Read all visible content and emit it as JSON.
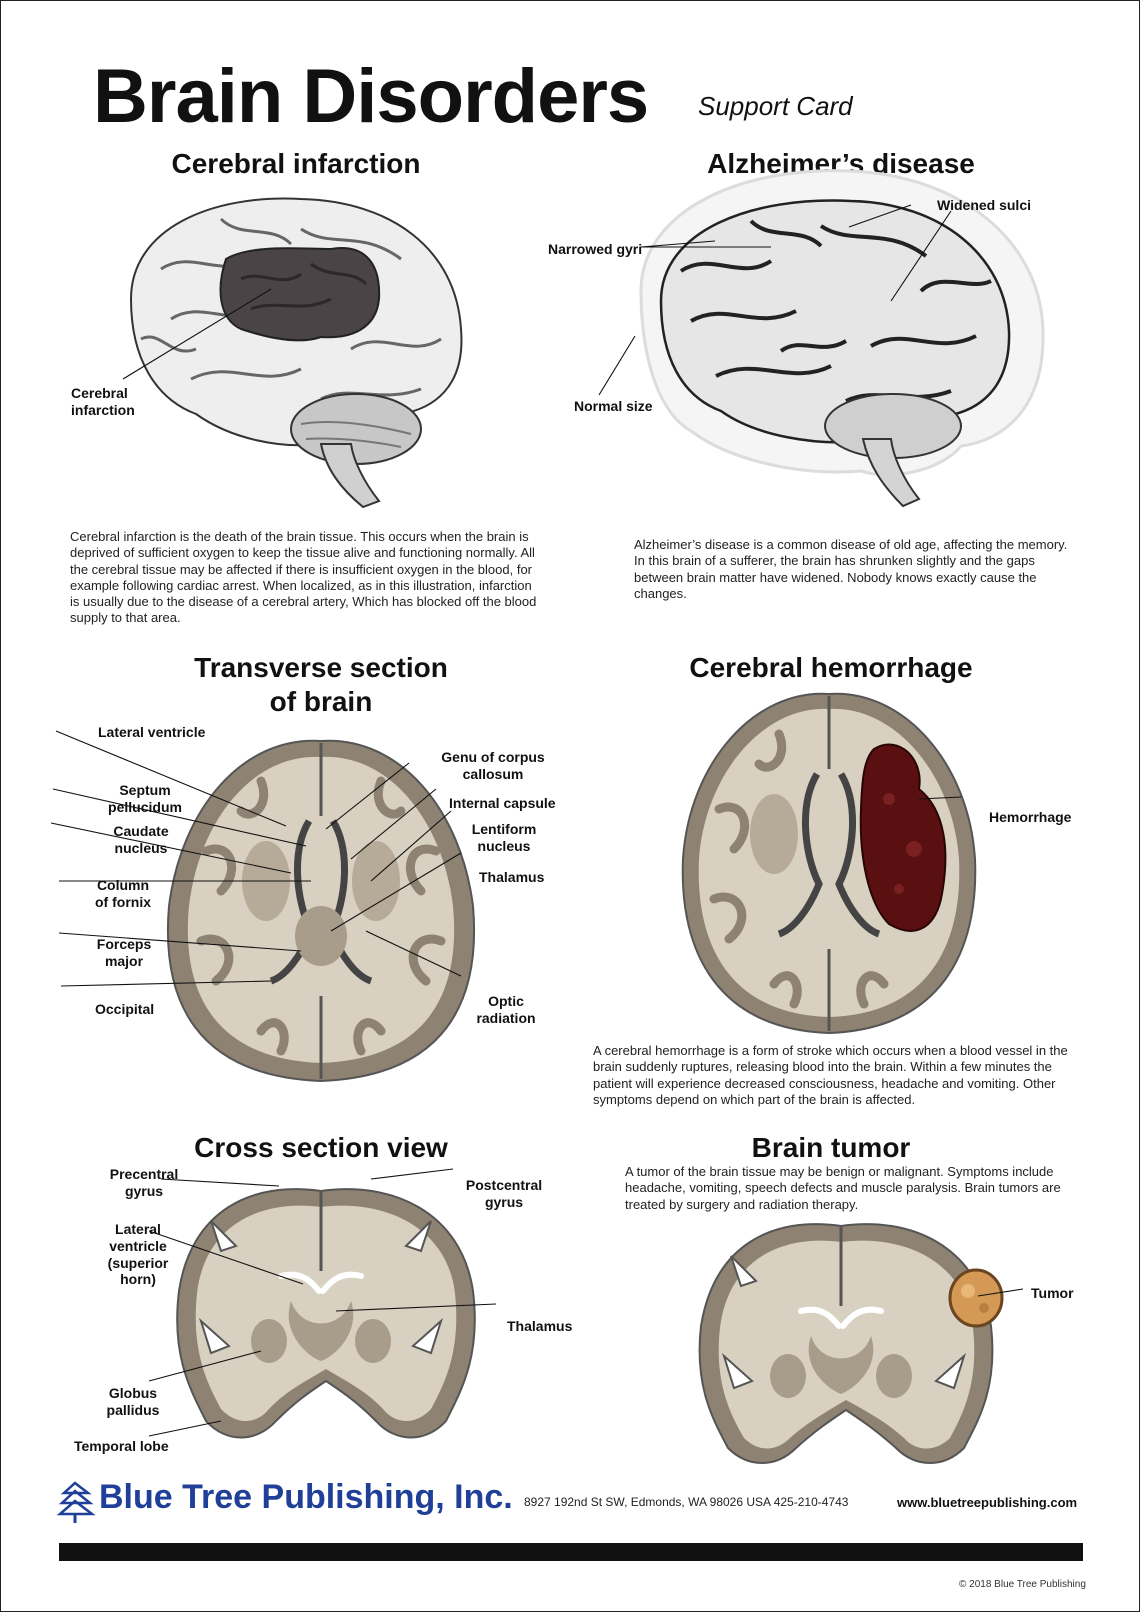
{
  "header": {
    "title": "Brain Disorders",
    "subtitle": "Support Card"
  },
  "sections": {
    "infarction": {
      "heading": "Cerebral infarction",
      "label": "Cerebral\ninfarction",
      "text": "Cerebral infarction is the death of the brain tissue. This occurs when the brain is deprived of sufficient oxygen to keep the tissue alive and functioning normally. All the cerebral tissue may be affected if there is insufficient oxygen in the blood, for example following cardiac arrest. When localized, as in this illustration, infarction is usually due to the disease of a cerebral artery, Which has blocked off the blood supply to that area."
    },
    "alzheimers": {
      "heading": "Alzheimer’s disease",
      "labels": {
        "widened_sulci": "Widened sulci",
        "narrowed_gyri": "Narrowed gyri",
        "normal_size": "Normal size"
      },
      "text": "Alzheimer’s disease is a common disease of old age, affecting the memory. In this brain of a sufferer, the brain has shrunken slightly and the gaps between brain matter have widened. Nobody knows exactly cause the changes."
    },
    "transverse": {
      "heading": "Transverse section\nof brain",
      "labels": {
        "lateral_ventricle": "Lateral ventricle",
        "septum_pellucidum": "Septum\npellucidum",
        "caudate_nucleus": "Caudate\nnucleus",
        "column_of_fornix": "Column\nof fornix",
        "forceps_major": "Forceps\nmajor",
        "occipital": "Occipital",
        "genu_corpus_callosum": "Genu of corpus\ncallosum",
        "internal_capsule": "Internal capsule",
        "lentiform_nucleus": "Lentiform\nnucleus",
        "thalamus": "Thalamus",
        "optic_radiation": "Optic\nradiation"
      }
    },
    "hemorrhage": {
      "heading": "Cerebral hemorrhage",
      "label": "Hemorrhage",
      "text": "A cerebral hemorrhage is a form of stroke which occurs when a blood vessel in the brain suddenly ruptures, releasing blood into the brain. Within a few minutes the patient will experience decreased consciousness, headache and vomiting. Other symptoms depend on which part of the brain is affected."
    },
    "cross": {
      "heading": "Cross section view",
      "labels": {
        "precentral_gyrus": "Precentral\ngyrus",
        "postcentral_gyrus": "Postcentral\ngyrus",
        "lateral_ventricle_superior": "Lateral\nventricle\n(superior\nhorn)",
        "thalamus": "Thalamus",
        "globus_pallidus": "Globus\npallidus",
        "temporal_lobe": "Temporal lobe"
      }
    },
    "tumor": {
      "heading": "Brain tumor",
      "label": "Tumor",
      "text": "A tumor of the brain tissue may be benign or malignant. Symptoms include headache, vomiting, speech defects and muscle paralysis. Brain tumors are treated by surgery and radiation therapy."
    }
  },
  "footer": {
    "brand": "Blue Tree Publishing, Inc.",
    "address": "8927 192nd St SW, Edmonds, WA 98026 USA 425-210-4743",
    "url": "www.bluetreepublishing.com",
    "copyright": "2018 Blue Tree Publishing"
  },
  "colors": {
    "brand_blue": "#1f3f99",
    "tissue": "#d8d0c0",
    "grey_matter": "#8e8272",
    "hemorrhage": "#5a1010",
    "tumor": "#d49a55",
    "infarct": "#4a4446"
  }
}
